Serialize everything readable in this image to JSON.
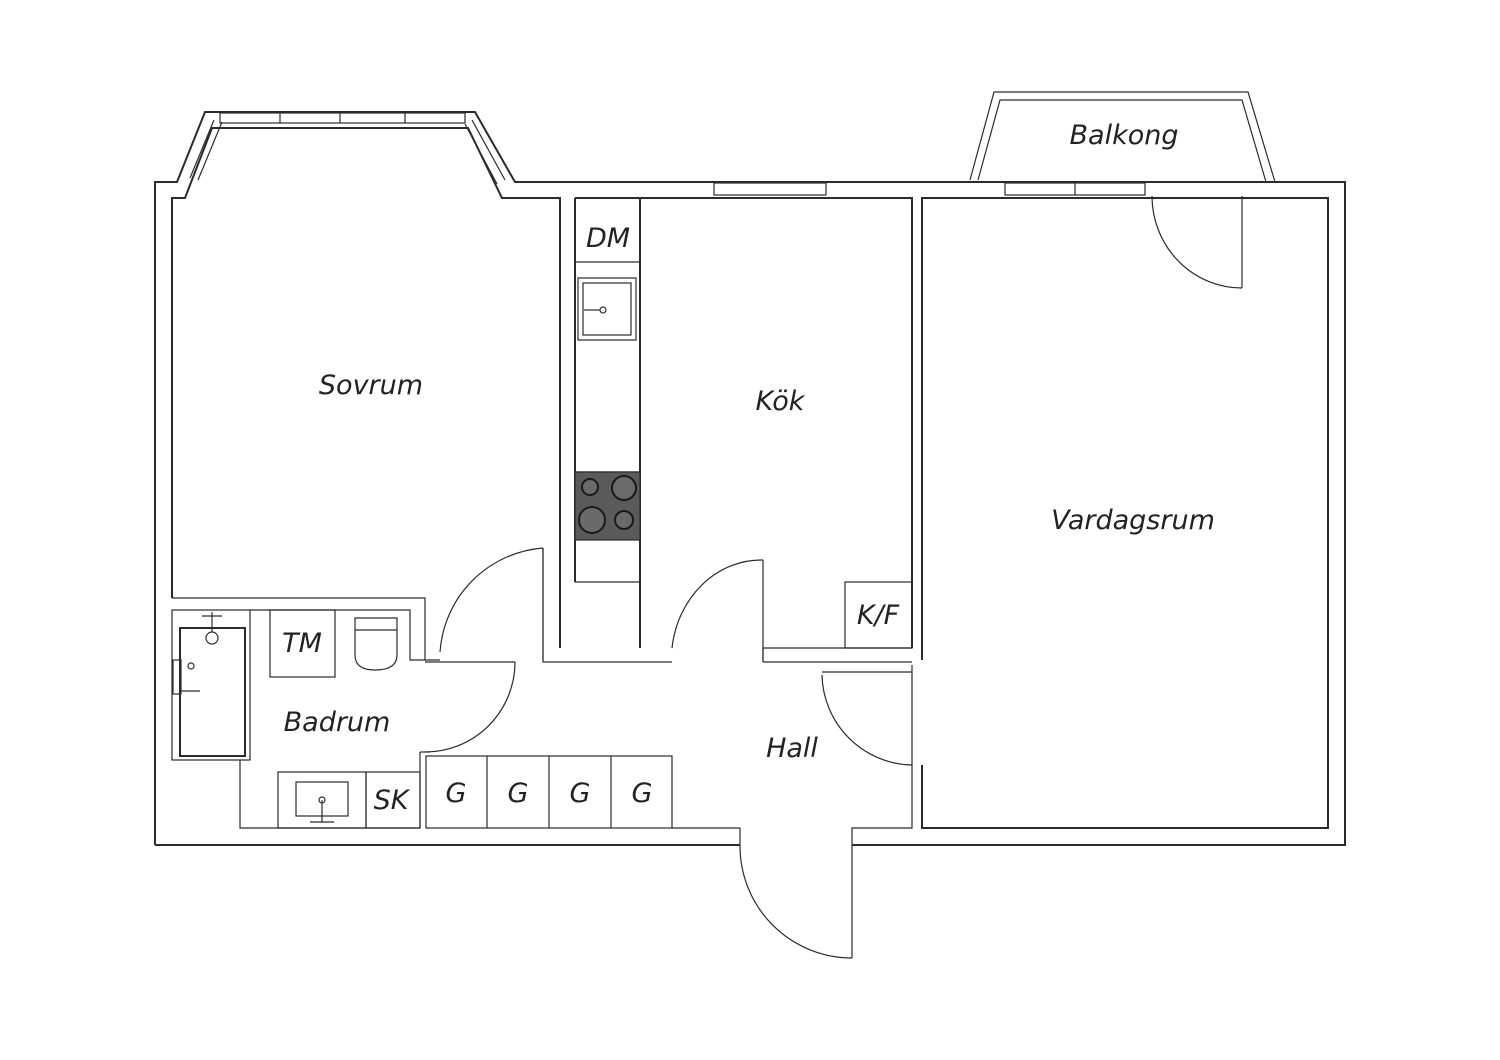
{
  "rooms": {
    "sovrum": "Sovrum",
    "kok": "Kök",
    "vardagsrum": "Vardagsrum",
    "balkong": "Balkong",
    "badrum": "Badrum",
    "hall": "Hall"
  },
  "fixtures": {
    "dm": "DM",
    "kf": "K/F",
    "tm": "TM",
    "sk": "SK",
    "g1": "G",
    "g2": "G",
    "g3": "G",
    "g4": "G"
  },
  "colors": {
    "line": "#2b2b2b",
    "hob": "#5a5a5a",
    "background": "#ffffff"
  }
}
